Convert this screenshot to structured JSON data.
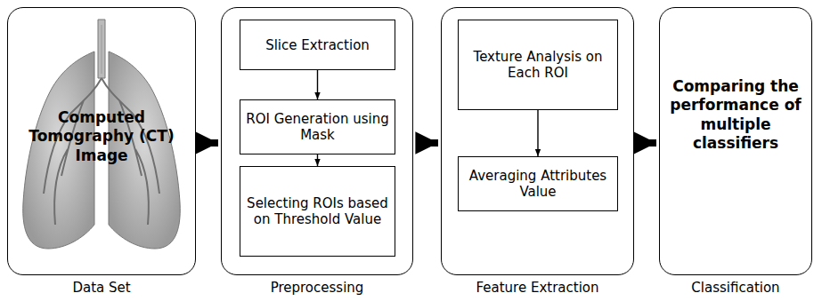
{
  "diagram": {
    "nodes": [
      {
        "text": [
          "Computed Tomography (CT) Image",
          "Data Set"
        ]
      },
      {
        "text": [
          "Preprocessing"
        ]
      },
      {
        "text": [
          "Slice Extraction"
        ],
        "in": 1
      },
      {
        "text": [
          "ROI Generation using Mask"
        ],
        "in": 1
      },
      {
        "text": [
          "Selecting ROIs based on Threshold Value"
        ],
        "in": 1
      },
      {
        "text": [
          "Feature Extraction"
        ]
      },
      {
        "text": [
          "Texture Analysis on Each ROI"
        ],
        "in": 5
      },
      {
        "text": [
          "Averaging Attributes Value"
        ],
        "in": 5
      },
      {
        "text": [
          "Comparing the performance of multiple classifiers",
          "Classification"
        ]
      }
    ],
    "edges": [
      {
        "from": 0,
        "to": 1,
        "arrow": "to"
      },
      {
        "from": 1,
        "to": 5,
        "arrow": "to"
      },
      {
        "from": 5,
        "to": 8,
        "arrow": "to"
      },
      {
        "from": 2,
        "to": 3,
        "arrow": "to"
      },
      {
        "from": 3,
        "to": 4,
        "arrow": "to"
      },
      {
        "from": 6,
        "to": 7,
        "arrow": "to"
      }
    ]
  }
}
